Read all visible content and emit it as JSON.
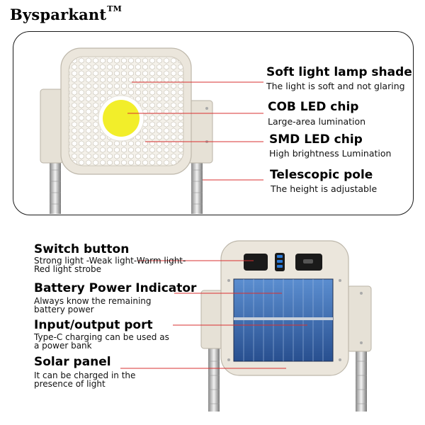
{
  "brand": {
    "name": "Bysparkant",
    "tm": "TM"
  },
  "panel_top": {
    "features": [
      {
        "title": "Soft light lamp shade",
        "desc": "The light is soft and not glaring"
      },
      {
        "title": "COB LED chip",
        "desc": "Large-area lumination"
      },
      {
        "title": "SMD LED chip",
        "desc": "High brightness Lumination"
      },
      {
        "title": "Telescopic pole",
        "desc": "The height is adjustable"
      }
    ]
  },
  "panel_bottom": {
    "features": [
      {
        "title": "Switch button",
        "desc": "Strong light -Weak light-Warm light-Red light strobe"
      },
      {
        "title": "Battery Power Indicator",
        "desc": "Always know the remaining battery power"
      },
      {
        "title": "Input/output port",
        "desc": "Type-C charging can be used as a power bank"
      },
      {
        "title": "Solar panel",
        "desc": "It can be charged in the presence of light"
      }
    ]
  },
  "colors": {
    "callout_line": "#d93030",
    "cob": "#f2ee2a",
    "housing": "#ebe6dc",
    "solar": "#3d68a8",
    "indicator": "#2a7ad8"
  }
}
